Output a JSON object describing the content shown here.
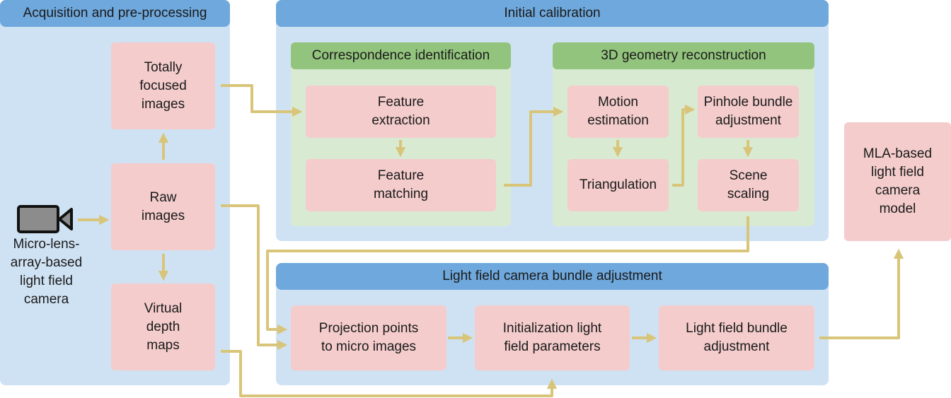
{
  "colors": {
    "panel_bg": "#cfe2f3",
    "panel_header": "#6fa8dc",
    "subpanel_bg": "#d9ead3",
    "subpanel_header": "#93c47d",
    "box": "#f4cccc",
    "arrow": "#d9c57a"
  },
  "acquisition": {
    "title": "Acquisition and pre-processing",
    "camera_label": "Micro-lens-\narray-based\nlight field\ncamera",
    "camera_icon": "video-camera-icon",
    "totally_focused": "Totally\nfocused\nimages",
    "raw_images": "Raw\nimages",
    "virtual_depth": "Virtual\ndepth\nmaps"
  },
  "initial_calibration": {
    "title": "Initial calibration",
    "correspondence": {
      "title": "Correspondence identification",
      "feature_extraction": "Feature\nextraction",
      "feature_matching": "Feature\nmatching"
    },
    "geometry": {
      "title": "3D geometry reconstruction",
      "motion_estimation": "Motion\nestimation",
      "triangulation": "Triangulation",
      "pinhole_bundle": "Pinhole bundle\nadjustment",
      "scene_scaling": "Scene\nscaling"
    }
  },
  "bundle_adjustment": {
    "title": "Light field camera bundle adjustment",
    "projection_points": "Projection points\nto micro images",
    "initialization": "Initialization light\nfield parameters",
    "lf_bundle": "Light field bundle\nadjustment"
  },
  "output": {
    "model": "MLA-based\nlight field\ncamera\nmodel"
  }
}
